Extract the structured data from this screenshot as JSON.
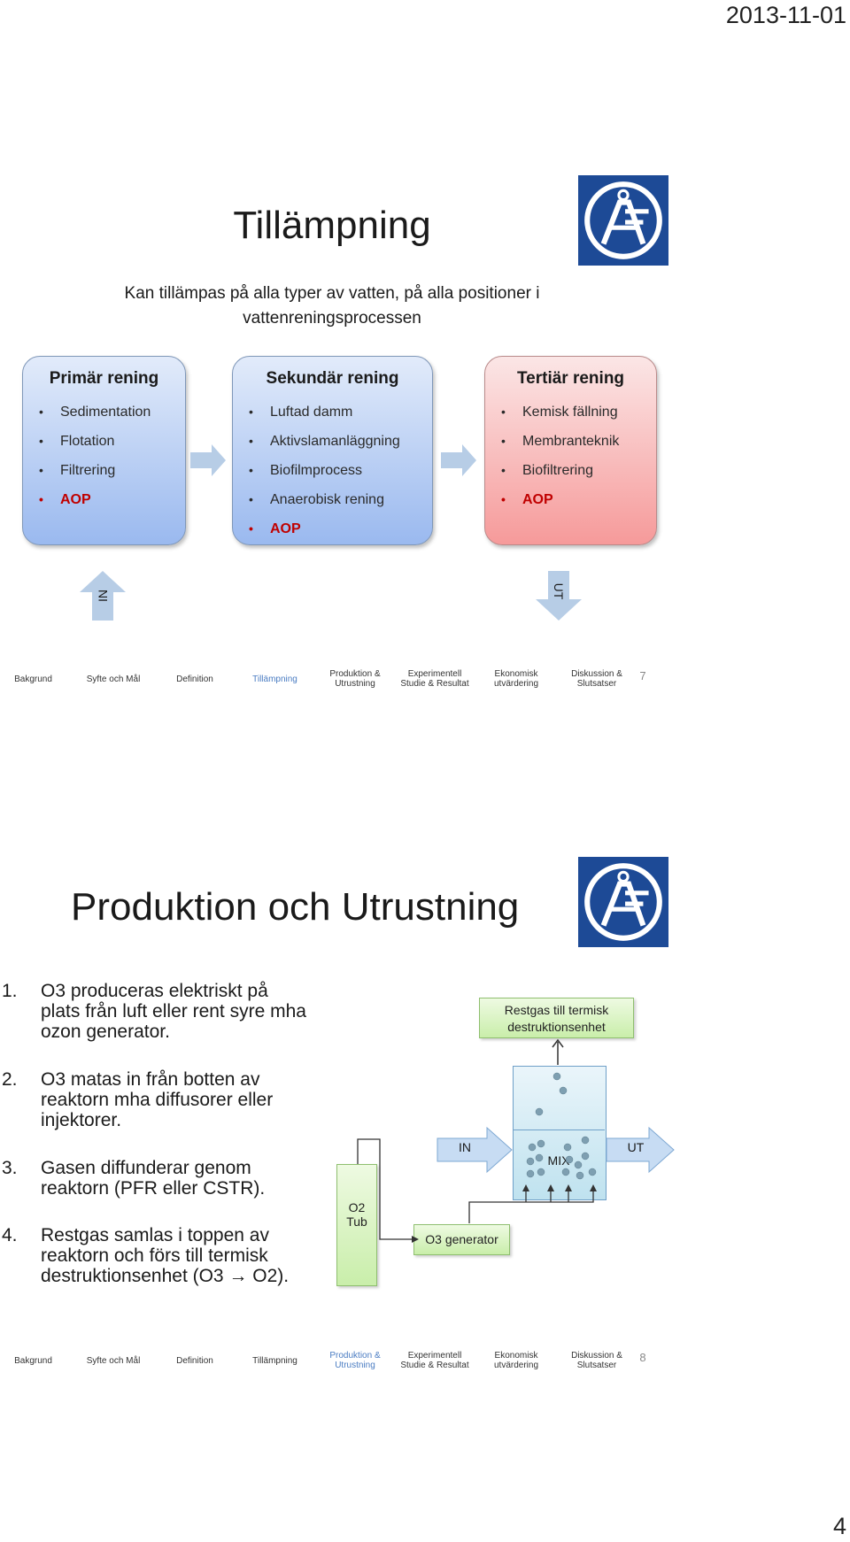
{
  "header": {
    "date": "2013-11-01"
  },
  "footer": {
    "page_number": "4"
  },
  "slide1": {
    "title": "Tillämpning",
    "subtitle": "Kan tillämpas på alla typer av vatten, på alla positioner i vattenreningsprocessen",
    "stages": [
      {
        "title": "Primär rening",
        "items": [
          "Sedimentation",
          "Flotation",
          "Filtrering",
          "AOP"
        ]
      },
      {
        "title": "Sekundär rening",
        "items": [
          "Luftad damm",
          "Aktivslamanläggning",
          "Biofilmprocess",
          "Anaerobisk rening",
          "AOP"
        ]
      },
      {
        "title": "Tertiär rening",
        "items": [
          "Kemisk fällning",
          "Membranteknik",
          "Biofiltrering",
          "AOP"
        ]
      }
    ],
    "in_label": "IN",
    "out_label": "UT",
    "nav": [
      "Bakgrund",
      "Syfte och Mål",
      "Definition",
      "Tillämpning",
      "Produktion & Utrustning",
      "Experimentell Studie & Resultat",
      "Ekonomisk utvärdering",
      "Diskussion & Slutsatser"
    ],
    "slide_number": "7"
  },
  "slide2": {
    "title": "Produktion och Utrustning",
    "steps": [
      {
        "num": "1.",
        "text": "O3 produceras elektriskt på plats från luft eller rent syre mha ozon generator."
      },
      {
        "num": "2.",
        "text": "O3 matas in från botten av reaktorn mha diffusorer eller injektorer."
      },
      {
        "num": "3.",
        "text": "Gasen diffunderar genom reaktorn (PFR eller CSTR)."
      },
      {
        "num": "4.",
        "text": "Restgas samlas i toppen av reaktorn och förs till termisk destruktionsenhet (O3 → O2)."
      }
    ],
    "diagram": {
      "restgas": "Restgas till termisk destruktionsenhet",
      "o2_tub": "O2 Tub",
      "o3_generator": "O3 generator",
      "in_label": "IN",
      "mix_label": "MIX",
      "out_label": "UT"
    },
    "nav": [
      "Bakgrund",
      "Syfte och Mål",
      "Definition",
      "Tillämpning",
      "Produktion & Utrustning",
      "Experimentell Studie & Resultat",
      "Ekonomisk utvärdering",
      "Diskussion & Slutsatser"
    ],
    "slide_number": "8"
  },
  "colors": {
    "logo_blue": "#1d4a96",
    "aop_red": "#c00000",
    "nav_active": "#4a7cc2",
    "arrow_blue": "#b7cde6"
  }
}
